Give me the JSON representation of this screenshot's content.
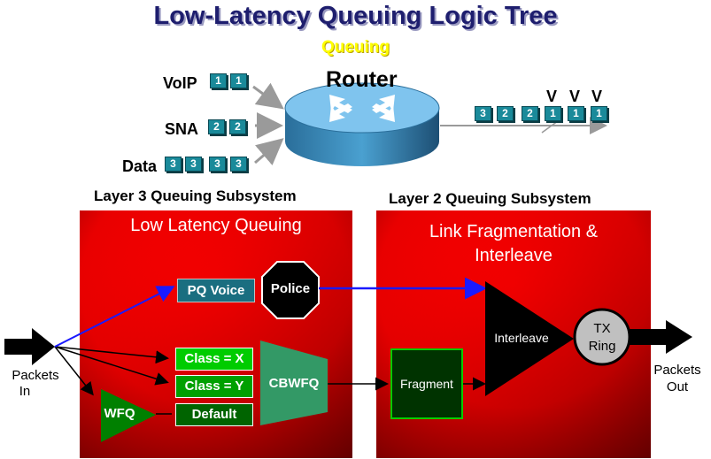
{
  "title": "Low-Latency Queuing Logic Tree",
  "subtitle": "Queuing",
  "router_label": "Router",
  "inputs": [
    {
      "label": "VoIP",
      "packets": [
        "1",
        "1"
      ]
    },
    {
      "label": "SNA",
      "packets": [
        "2",
        "2"
      ]
    },
    {
      "label": "Data",
      "packets": [
        "3",
        "3",
        "3",
        "3"
      ]
    }
  ],
  "output_packets": [
    "3",
    "2",
    "2",
    "1",
    "1",
    "1"
  ],
  "voice_marks": [
    "V",
    "V",
    "V"
  ],
  "layer3": {
    "heading": "Layer 3 Queuing Subsystem",
    "panel_title": "Low Latency Queuing",
    "pq_voice": "PQ Voice",
    "police": "Police",
    "class_x": "Class = X",
    "class_y": "Class = Y",
    "default": "Default",
    "wfq": "WFQ",
    "cbwfq": "CBWFQ"
  },
  "layer2": {
    "heading": "Layer 2 Queuing Subsystem",
    "panel_title_line1": "Link Fragmentation &",
    "panel_title_line2": "Interleave",
    "fragment": "Fragment",
    "interleave": "Interleave",
    "tx_ring_line1": "TX",
    "tx_ring_line2": "Ring"
  },
  "packets_in_line1": "Packets",
  "packets_in_line2": "In",
  "packets_out_line1": "Packets",
  "packets_out_line2": "Out",
  "colors": {
    "title": "#1e1e6e",
    "subtitle": "#ffff00",
    "panel_red": "#ff0000",
    "packet": "#1a8a9a",
    "pq_voice": "#1a6e80",
    "class_green": "#00c000",
    "cbwfq": "#339966",
    "fragment": "#003300"
  }
}
